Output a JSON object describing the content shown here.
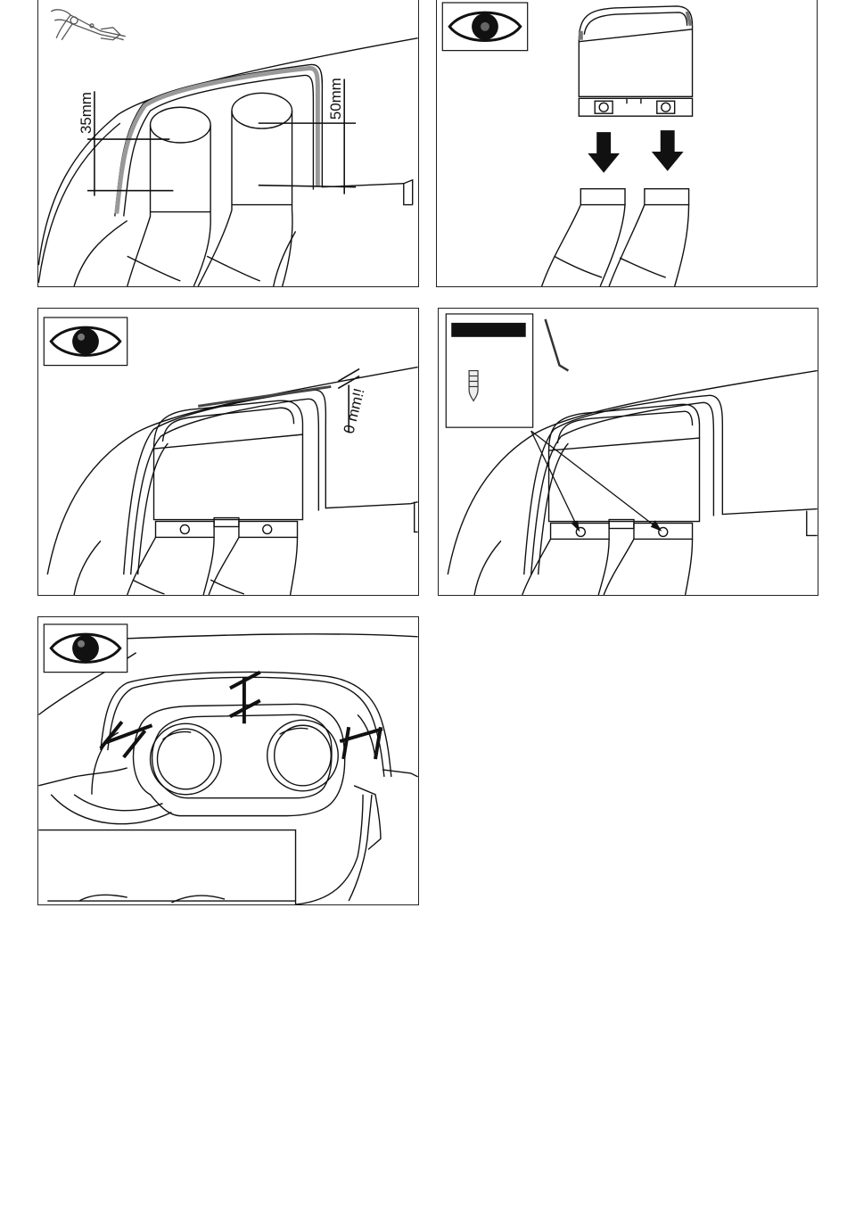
{
  "panels": {
    "p1": {
      "label_left": "35mm",
      "label_right": "50mm",
      "icon": "pliers-icon"
    },
    "p2": {
      "icon": "eye-icon"
    },
    "p3": {
      "label_gap": "0 mm!!",
      "icon": "eye-icon"
    },
    "p4": {
      "icons": [
        "allen-key-icon",
        "thread-locker-icon"
      ]
    },
    "p5": {
      "icon": "eye-icon"
    }
  }
}
